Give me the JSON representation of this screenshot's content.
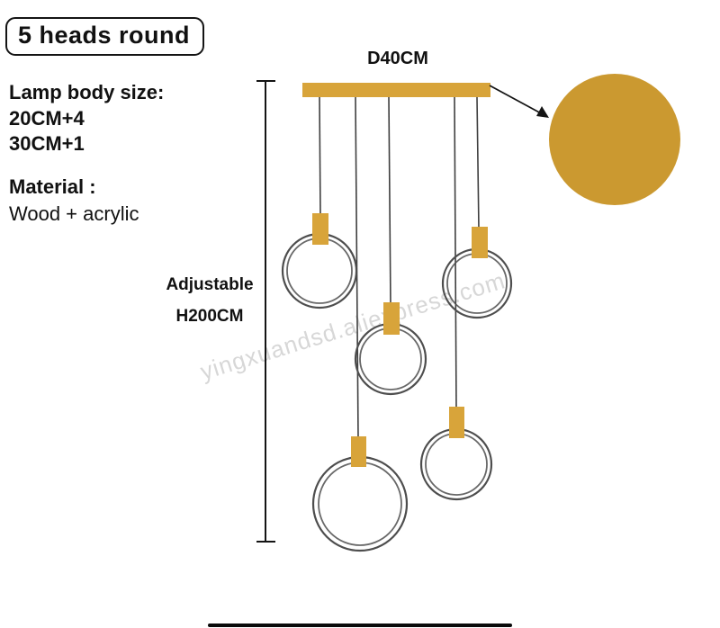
{
  "title": "5 heads round",
  "specs": {
    "lamp_body_size_label": "Lamp body size:",
    "size_lines": [
      "20CM+4",
      "30CM+1"
    ],
    "material_label": "Material :",
    "material_value": "Wood + acrylic"
  },
  "measurement": {
    "adjustable_label": "Adjustable",
    "height_label": "H200CM"
  },
  "diagram": {
    "diameter_label": "D40CM",
    "heads_count": 5
  },
  "watermark": "yingxuandsd.aliexpress.com",
  "colors": {
    "wood": "#D8A43A",
    "detail": "#CB9930",
    "cord": "#3f3f3f",
    "ring": "#4d4d4d",
    "text": "#111111"
  }
}
